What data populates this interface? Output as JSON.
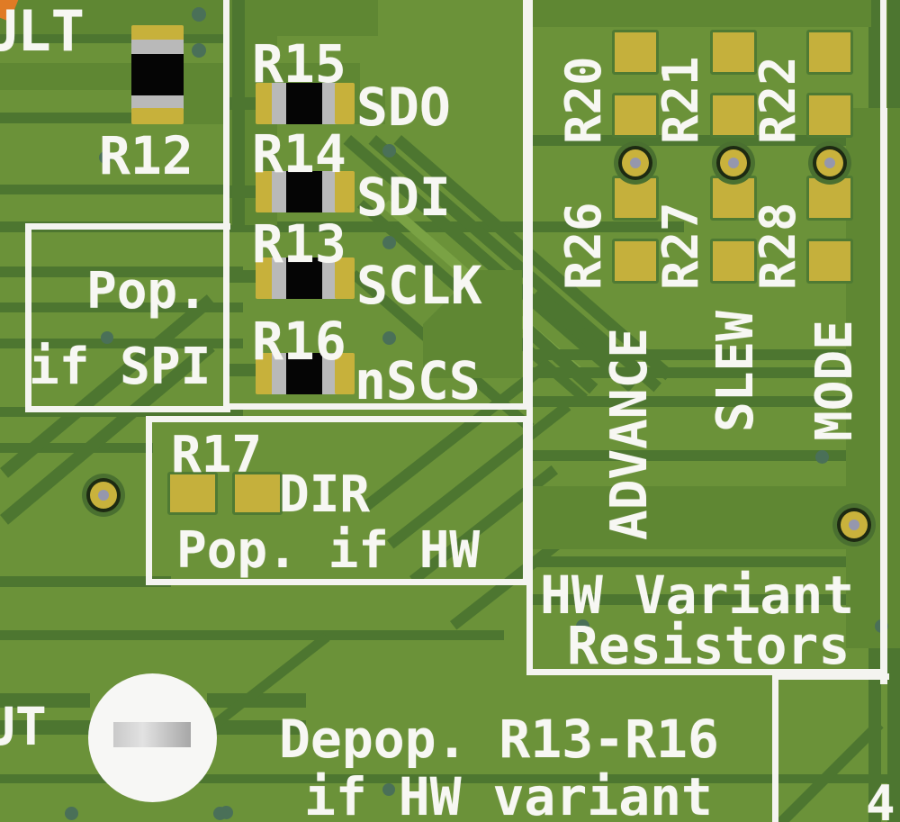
{
  "board": {
    "name": "pcb-layout-detail",
    "colors": {
      "soldermask": "#6b9239",
      "trace": "#4d7630",
      "pour_light": "#79a043",
      "silkscreen": "#f4f4f0",
      "pad_gold": "#c7b13b",
      "termination_silver": "#b9b9b9",
      "body_black": "#050505",
      "via_ring": "#c9b23c",
      "testpoint_white": "#f7f7f5",
      "corner_accent": "#e07b25"
    }
  },
  "net_labels": {
    "fault": "ULT",
    "out": "UT"
  },
  "spi_block": {
    "note_line1": "Pop.",
    "note_line2": "if SPI",
    "resistors": [
      {
        "ref": "R15",
        "net": "SDO"
      },
      {
        "ref": "R14",
        "net": "SDI"
      },
      {
        "ref": "R13",
        "net": "SCLK"
      },
      {
        "ref": "R16",
        "net": "nSCS"
      }
    ]
  },
  "dir_block": {
    "ref": "R17",
    "net": "DIR",
    "note": "Pop. if HW"
  },
  "standalone": {
    "r12": "R12"
  },
  "hw_variant_block": {
    "title_line1": "HW Variant",
    "title_line2": "Resistors",
    "columns": [
      {
        "top_ref": "R20",
        "bottom_ref": "R26",
        "function": "ADVANCE"
      },
      {
        "top_ref": "R21",
        "bottom_ref": "R27",
        "function": "SLEW"
      },
      {
        "top_ref": "R22",
        "bottom_ref": "R28",
        "function": "MODE"
      }
    ]
  },
  "bottom_note": {
    "line1": "Depop. R13-R16",
    "line2": "if HW variant"
  },
  "corner_marker": "4"
}
